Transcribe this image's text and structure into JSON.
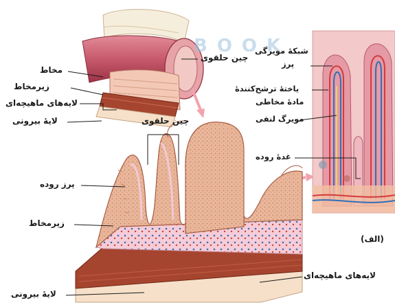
{
  "watermark": {
    "text": "BOOK",
    "color": "#8fb8d8"
  },
  "colors": {
    "tissue": "#e8b79a",
    "muscle": "#a6452f",
    "submucosa": "#f4cbd6",
    "outer_layer": "#f6e0c9",
    "mucosa_surface": "#c96a6a",
    "artery": "#d43a3a",
    "vein": "#2f6fb6",
    "arrow": "#f2a3ad"
  },
  "labels": {
    "top_fold": "چین حلقوی",
    "mucosa": "مخاط",
    "submucosa_top": "زیرمخاط",
    "muscle_layers_top": "لایه‌های ماهیچه‌ای",
    "outer_layer_top": "لایهٔ بیرونی",
    "middle_fold": "چین حلقوی",
    "villus": "پرز روده",
    "submucosa_bottom": "زیرمخاط",
    "muscle_layers_bottom": "لایه‌های ماهیچه‌ای",
    "outer_layer_bottom": "لایهٔ بیرونی",
    "villus_capillary_line1": "شبکهٔ مویرگی",
    "villus_capillary_line2": "پرز",
    "mucus_cell_line1": "یاختهٔ ترشح‌کنندهٔ",
    "mucus_cell_line2": "مادهٔ مخاطی",
    "lacteal": "مویرگ لنفی",
    "gland": "غدهٔ روده",
    "panel": "(الف)"
  }
}
